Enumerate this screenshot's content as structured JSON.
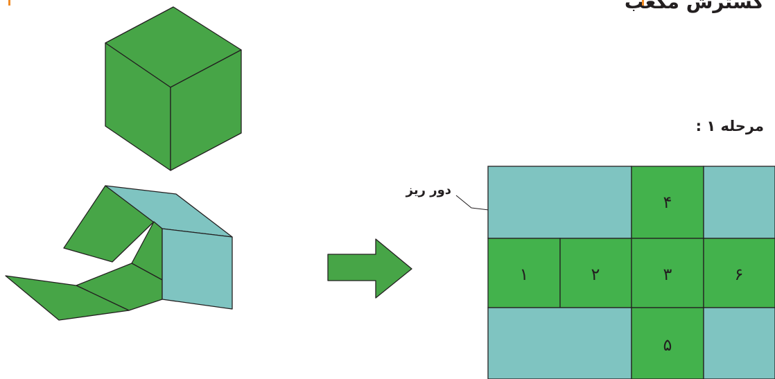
{
  "header": {
    "title": "گسترش مکعب"
  },
  "step": {
    "label": "مرحله ۱ :"
  },
  "net": {
    "waste_label": "دور ریز",
    "faces": [
      "۱",
      "۲",
      "۳",
      "۴",
      "۵",
      "۶"
    ]
  },
  "colors": {
    "face_green": "#47a547",
    "net_green": "#43b24c",
    "waste_teal": "#7fc4c1",
    "outline": "#231f20",
    "accent": "#f08a24"
  }
}
